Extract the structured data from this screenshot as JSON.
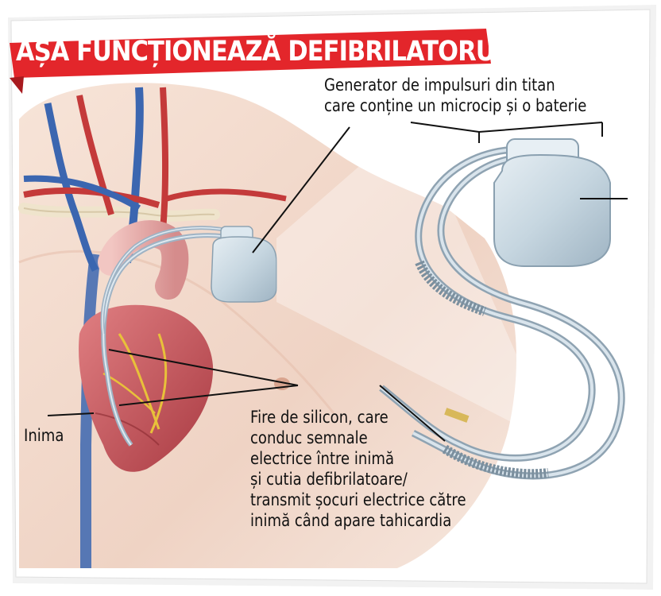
{
  "title": "AȘA FUNCȚIONEAZĂ DEFIBRILATORUL",
  "labels": {
    "generator": [
      "Generator de impulsuri din titan",
      "care conține un microcip și o baterie"
    ],
    "heart": "Inima",
    "wires": [
      "Fire de silicon, care",
      "conduc semnale",
      "electrice între inimă",
      "și cutia defibrilatoare/",
      "transmit șocuri electrice către",
      "inimă când apare tahicardia"
    ]
  },
  "colors": {
    "banner": "#e3262b",
    "skin": "#f3ddd2",
    "heart": "#c9545a",
    "vein": "#3b66b0",
    "artery": "#c43a3a",
    "device": "#c8d8e2",
    "lead": "#a9bccb"
  }
}
